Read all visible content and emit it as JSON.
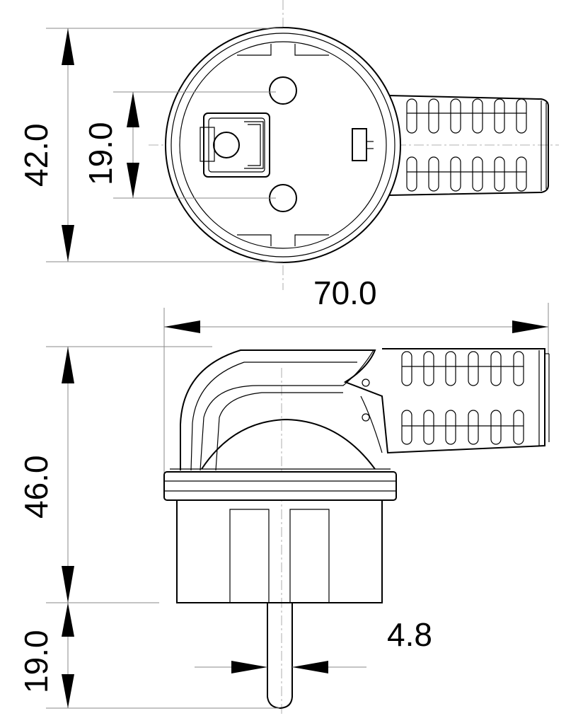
{
  "dimensions": {
    "top_height": "42.0",
    "pin_spacing": "19.0",
    "total_width": "70.0",
    "side_height": "46.0",
    "pin_length": "19.0",
    "pin_diameter": "4.8"
  },
  "colors": {
    "line": "#000000",
    "extension_line": "#888888",
    "background": "#ffffff"
  }
}
